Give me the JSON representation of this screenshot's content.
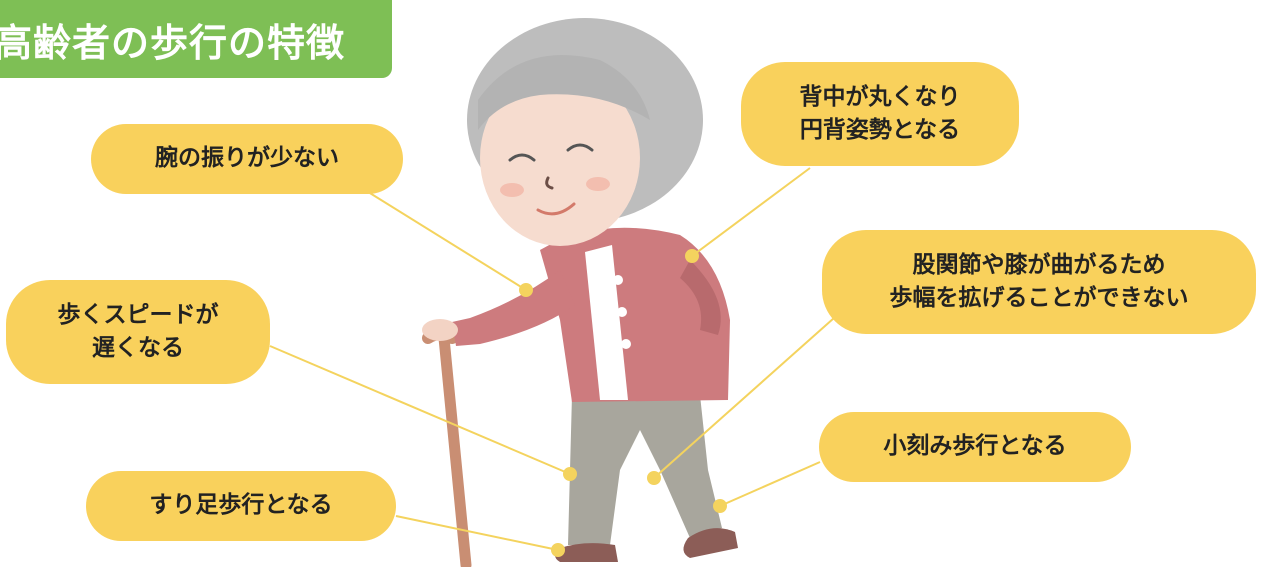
{
  "title": "高齢者の歩行の特徴",
  "colors": {
    "title_bg": "#7ebf55",
    "bubble_bg": "#f9d15c",
    "leader_line": "#f4d35e",
    "cardigan": "#cd7b7e",
    "pants": "#a8a69d",
    "hair": "#b9b9b9",
    "cane": "#c98e73"
  },
  "callouts": [
    {
      "id": "arm-swing",
      "text": "腕の振りが少ない"
    },
    {
      "id": "walking-speed",
      "text": "歩くスピードが\n遅くなる"
    },
    {
      "id": "shuffle",
      "text": "すり足歩行となる"
    },
    {
      "id": "rounded-back",
      "text": "背中が丸くなり\n円背姿勢となる"
    },
    {
      "id": "stride",
      "text": "股関節や膝が曲がるため\n歩幅を拡げることができない"
    },
    {
      "id": "small-steps",
      "text": "小刻み歩行となる"
    }
  ]
}
